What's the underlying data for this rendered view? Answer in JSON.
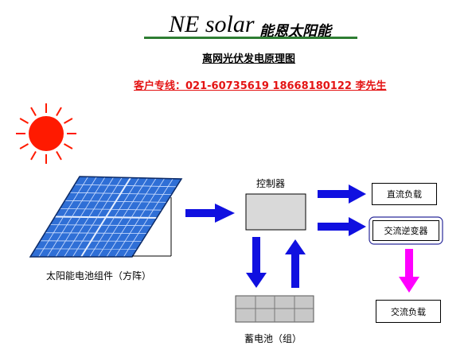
{
  "header": {
    "brand_en": "NE solar",
    "brand_cn": "能恩太阳能",
    "subtitle": "离网光伏发电原理图",
    "hotline": "客户专线：021-60735619    18668180122   李先生"
  },
  "components": {
    "solar_panel_label": "太阳能电池组件（方阵）",
    "controller_label": "控制器",
    "battery_label": "蓄电池（组）",
    "dc_load": "直流负载",
    "inverter": "交流逆变器",
    "ac_load": "交流负载"
  },
  "colors": {
    "sun": "#ff1a00",
    "panel": "#2f6fd6",
    "flow_arrow": "#1010e0",
    "ac_arrow": "#ff00ff",
    "controller_fill": "#d9d9d9",
    "brand_underline": "#2e7d32",
    "hotline": "#e41414"
  }
}
